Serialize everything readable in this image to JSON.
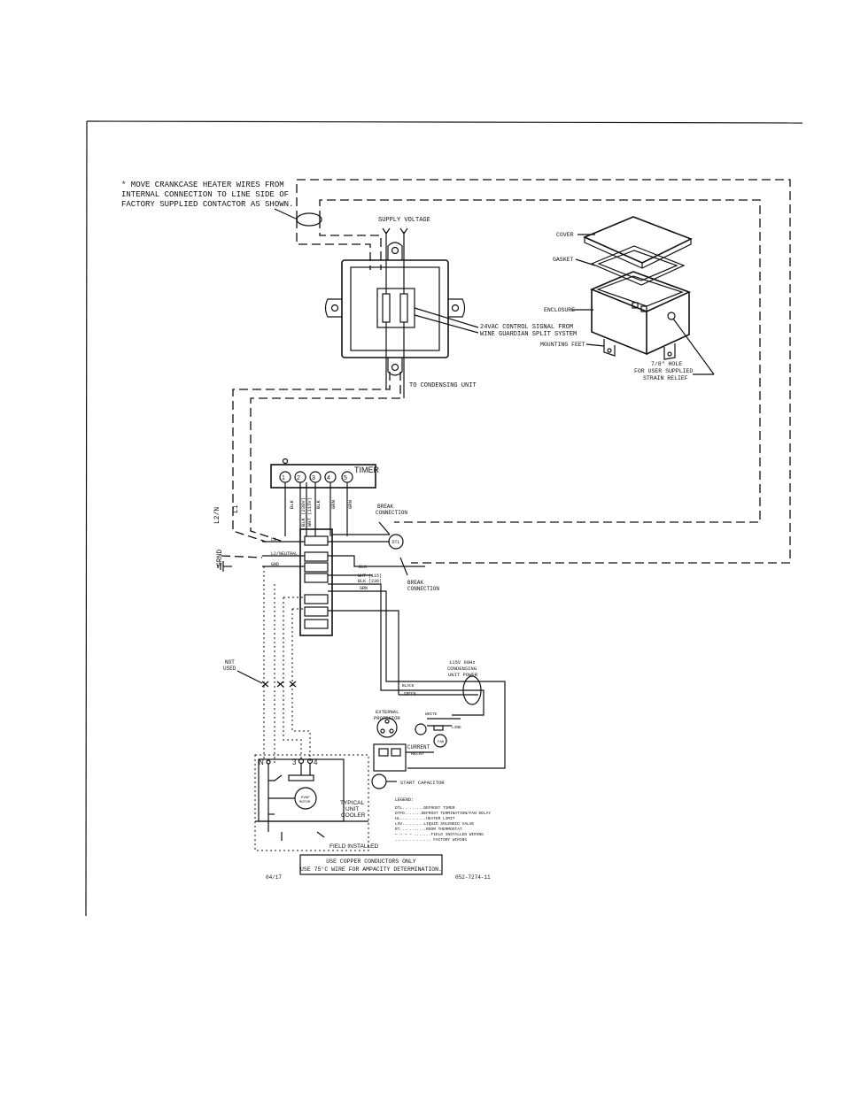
{
  "note": {
    "line1": "* MOVE CRANKCASE HEATER WIRES FROM",
    "line2": "INTERNAL CONNECTION TO LINE SIDE OF",
    "line3": "FACTORY SUPPLIED CONTACTOR AS SHOWN."
  },
  "labels": {
    "supply_voltage": "SUPPLY VOLTAGE",
    "control_signal_1": "24VAC CONTROL SIGNAL FROM",
    "control_signal_2": "WINE GUARDIAN SPLIT SYSTEM",
    "to_condensing_unit": "TO CONDENSING UNIT",
    "timer": "TIMER",
    "l2n": "L2/N",
    "l1": "L1",
    "grnd": "GRND",
    "break_connection_top_1": "BREAK",
    "break_connection_top_2": "CONNECTION",
    "break_connection_bottom_1": "BREAK",
    "break_connection_bottom_2": "CONNECTION",
    "dtl": "DTL",
    "blk": "BLK",
    "wht_115": "WHT (115)",
    "blk_230": "BLK (230)",
    "grn": "GRN",
    "not_used_1": "NOT",
    "not_used_2": "USED",
    "n": "N",
    "three": "3",
    "four": "4",
    "typical_1": "TYPICAL",
    "typical_2": "UNIT",
    "typical_3": "COOLER",
    "field_installed": "FIELD INSTALLED",
    "cond_power_1": "115V 60Hz",
    "cond_power_2": "CONDENSING",
    "cond_power_3": "UNIT POWER",
    "black": "BLACK",
    "green": "GREEN",
    "white": "WHITE",
    "line": "LINE",
    "external_protector_1": "EXTERNAL",
    "external_protector_2": "PROTECTOR",
    "current_relay_1": "CURRENT",
    "current_relay_2": "RELAY",
    "start_capacitor": "START CAPACITOR",
    "fan": "FAN",
    "evap_motor_1": "EVAP",
    "evap_motor_2": "MOTOR"
  },
  "timer_terminals": [
    "1",
    "2",
    "3",
    "4",
    "5"
  ],
  "timer_wires": [
    "BLK",
    "BLK (230V)",
    "WHT (115V)",
    "BLK",
    "GRN",
    "GRN"
  ],
  "terminal_labels": [
    "L1",
    "L2/NEUTRAL",
    "GND"
  ],
  "enclosure_parts": {
    "cover": "COVER",
    "gasket": "GASKET",
    "enclosure": "ENCLOSURE",
    "mounting_feet": "MOUNTING FEET",
    "hole_1": "7/8\" HOLE",
    "hole_2": "FOR USER SUPPLIED",
    "hole_3": "STRAIN RELIEF"
  },
  "legend": {
    "title": "LEGEND:",
    "items": [
      "DTL.........DEFROST TIMER",
      "DTFD.......DEFROST TERMINATION/FAN DELAY",
      "HL...........HEATER LIMIT",
      "LSV.........LIQUID SOLENOID VALVE",
      "RT...........ROOM THERMOSTAT",
      "— — — — .......FIELD INSTALLED WIRING",
      "............... FACTORY WIRING"
    ]
  },
  "footer": {
    "box_line1": "USE COPPER CONDUCTORS ONLY",
    "box_line2": "USE 75°C WIRE FOR AMPACITY DETERMINATION.",
    "date": "04/17",
    "part_number": "052-7274-11"
  }
}
